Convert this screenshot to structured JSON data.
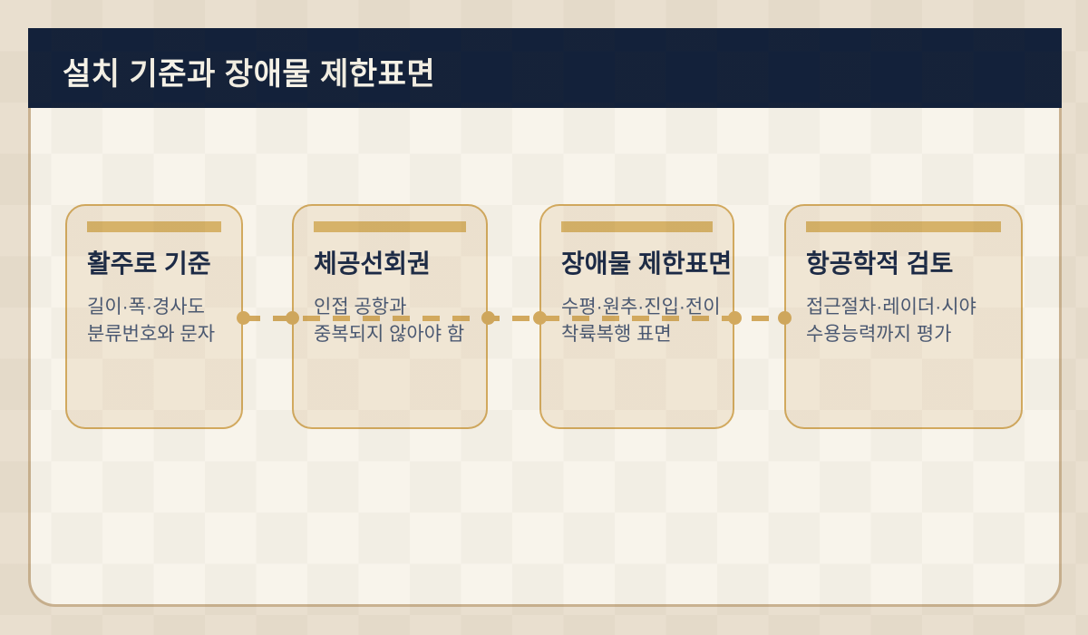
{
  "header": {
    "title": "설치 기준과 장애물 제한표면"
  },
  "cards": [
    {
      "title": "활주로 기준",
      "line1": "길이·폭·경사도",
      "line2": "분류번호와 문자"
    },
    {
      "title": "체공선회권",
      "line1": "인접 공항과",
      "line2": "중복되지 않아야 함"
    },
    {
      "title": "장애물 제한표면",
      "line1": "수평·원추·진입·전이",
      "line2": "착륙복행 표면"
    },
    {
      "title": "항공학적 검토",
      "line1": "접근절차·레이더·시야",
      "line2": "수용능력까지 평가"
    }
  ],
  "colors": {
    "page_bg": "#e9dfcf",
    "header_bg": "#13213a",
    "header_text": "#f6f2e7",
    "panel_bg": "#f8f4eb",
    "panel_border": "#c9b190",
    "card_bg": "#f0e6d4",
    "accent_gold": "#d2a95e",
    "card_title_text": "#1c2a46",
    "card_body_text": "#4a5872"
  }
}
